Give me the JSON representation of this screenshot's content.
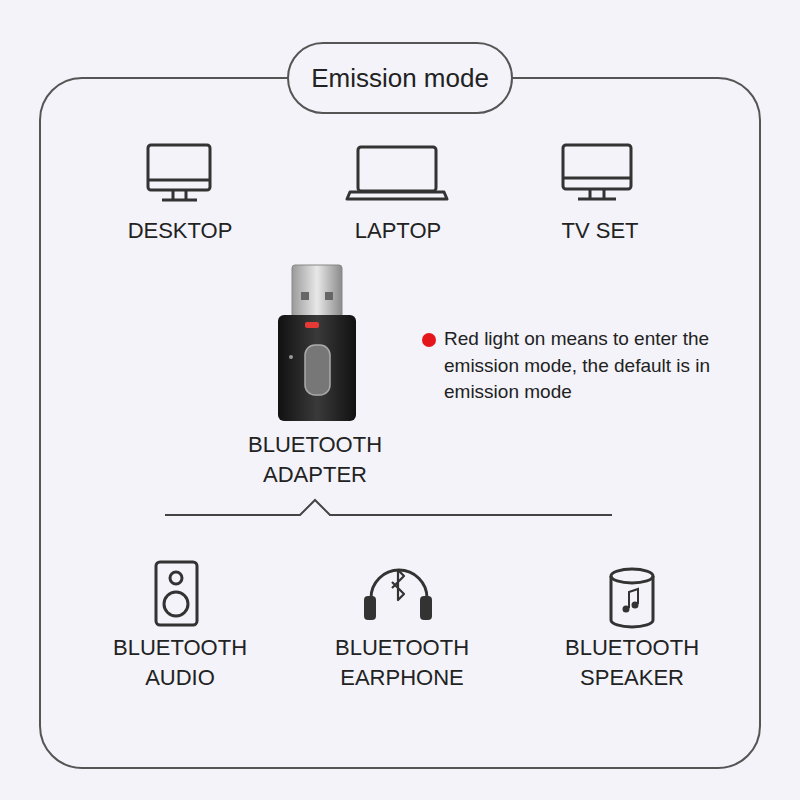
{
  "diagram": {
    "nodes": [
      {
        "text": [
          "Emission mode"
        ]
      }
    ],
    "labels": [
      "DESKTOP",
      "LAPTOP",
      "TV SET",
      "BLUETOOTH ADAPTER",
      "Red light on means to enter the emission mode, the default is in emission mode",
      "BLUETOOTH AUDIO",
      "BLUETOOTH EARPHONE",
      "BLUETOOTH SPEAKER"
    ]
  }
}
